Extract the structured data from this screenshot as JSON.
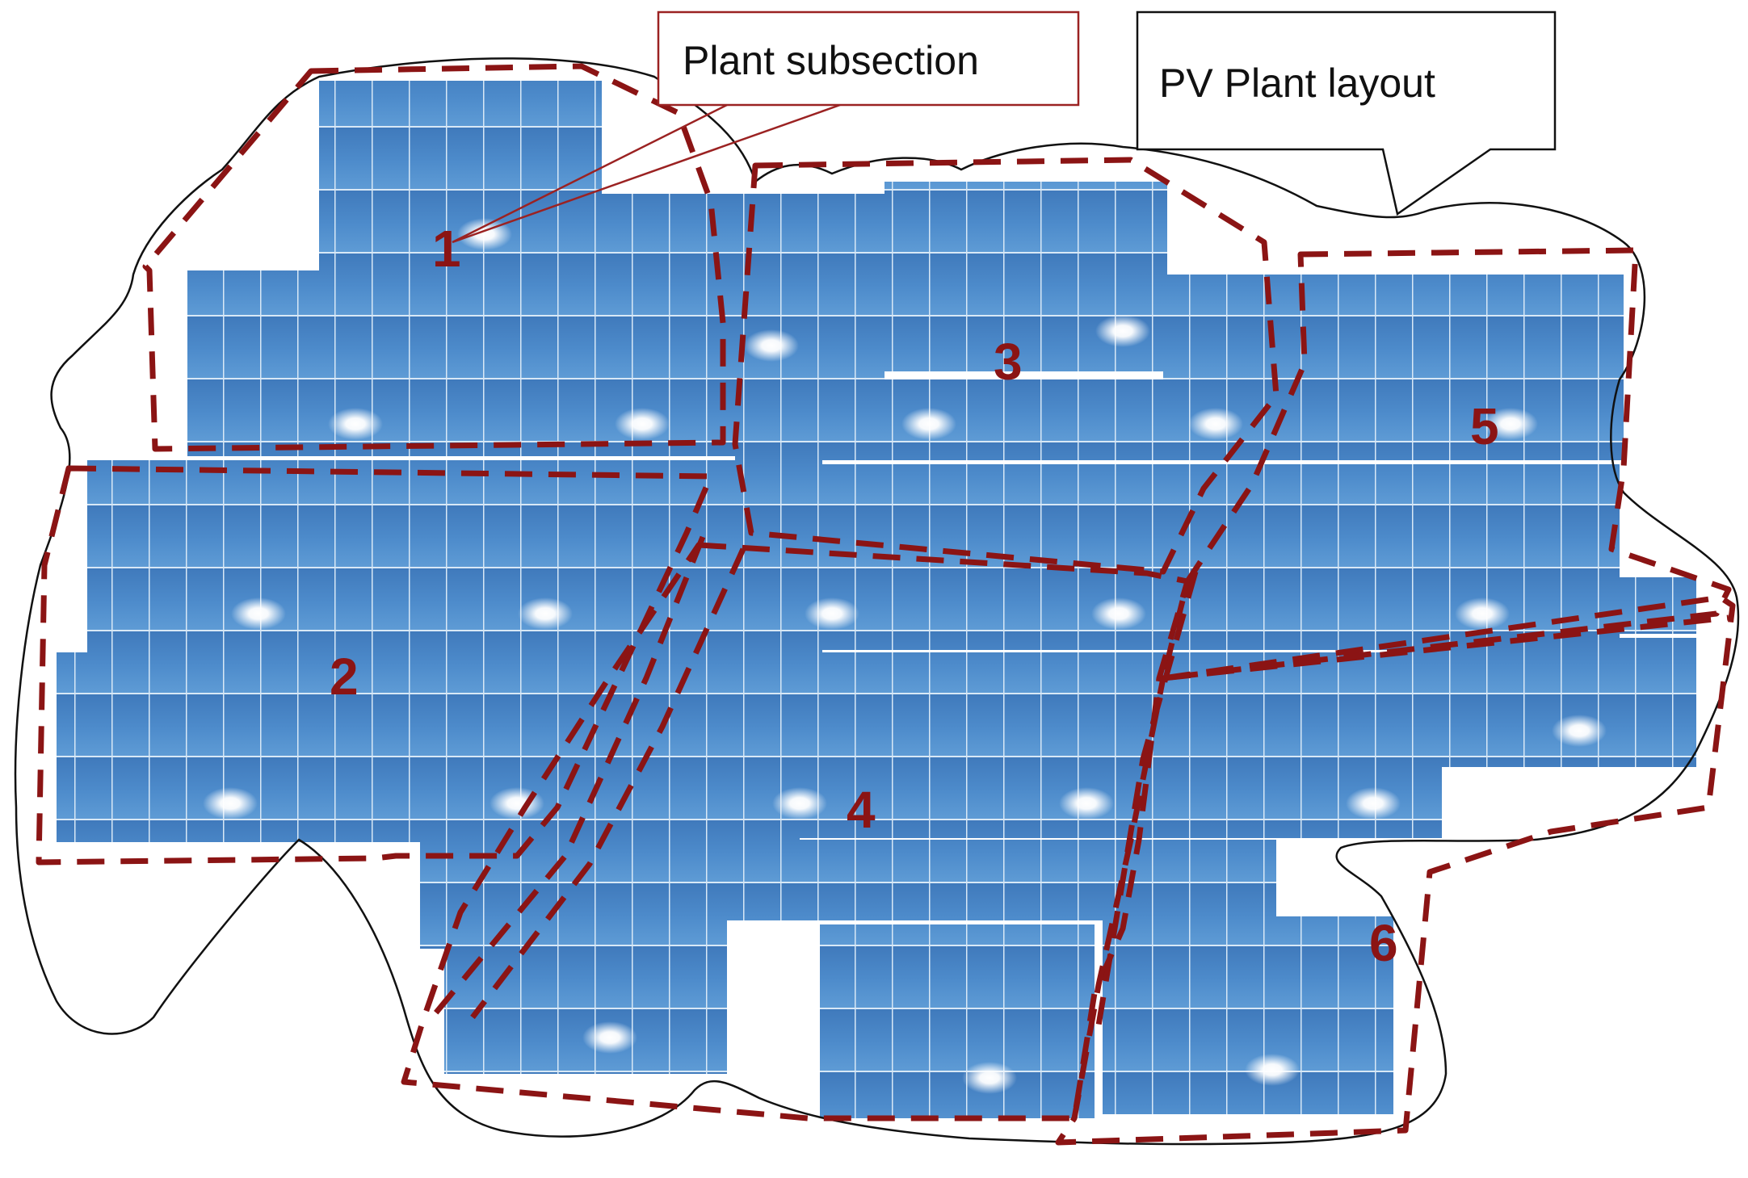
{
  "callouts": {
    "subsection": "Plant subsection",
    "layout": "PV Plant layout"
  },
  "subsections": [
    "1",
    "2",
    "3",
    "4",
    "5",
    "6"
  ],
  "colors": {
    "panel_blue": "#4a86c6",
    "panel_dark": "#3c74b4",
    "panel_light": "#6aa3da",
    "grid_line": "#dcebf8",
    "boundary_red": "#8b1414",
    "outline_black": "#111111",
    "callout_red": "#9b2222"
  }
}
